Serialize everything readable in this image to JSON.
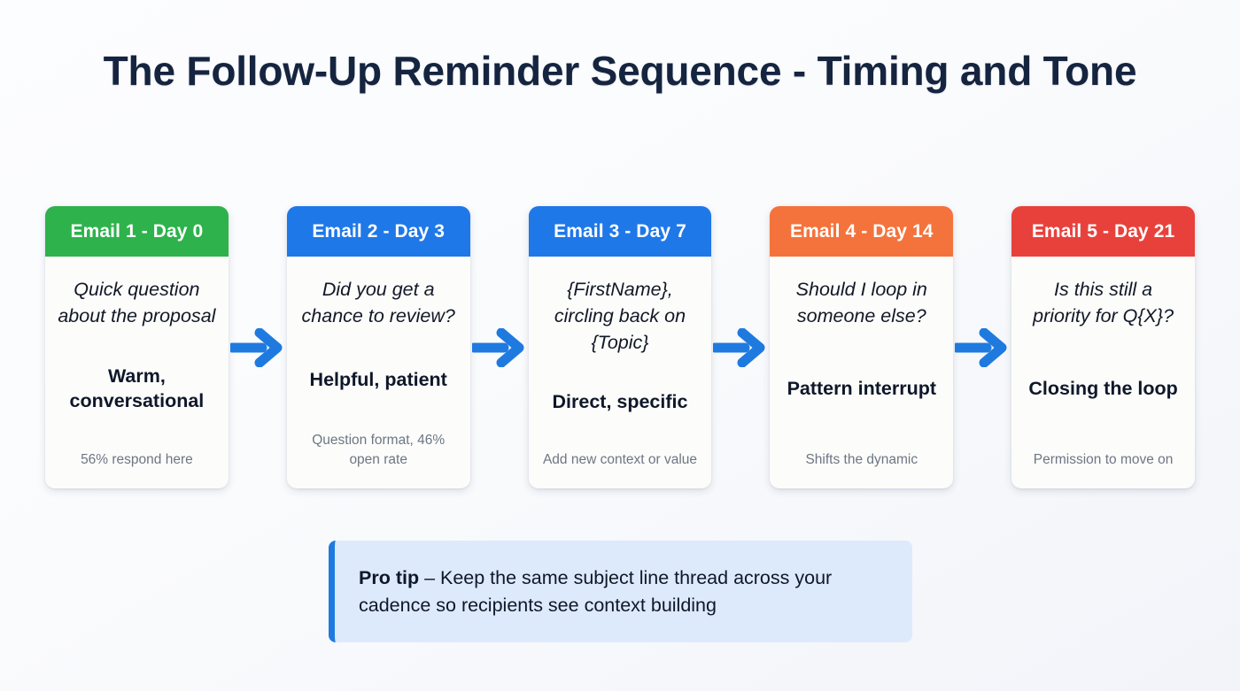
{
  "page": {
    "title": "The Follow-Up Reminder Sequence - Timing and Tone",
    "background_start": "#fcfdff",
    "background_end": "#f2f4f9",
    "title_color": "#15243f"
  },
  "arrow": {
    "icon": "arrow-right-icon",
    "color": "#1f7ae0"
  },
  "cards": [
    {
      "header": "Email 1 - Day 0",
      "header_color": "#2eb24c",
      "quote": "Quick question about the proposal",
      "tone": "Warm, conversational",
      "note": "56% respond here"
    },
    {
      "header": "Email 2 - Day 3",
      "header_color": "#1f78e8",
      "quote": "Did you get a chance to review?",
      "tone": "Helpful, patient",
      "note": "Question format, 46% open rate"
    },
    {
      "header": "Email 3 - Day 7",
      "header_color": "#1f78e8",
      "quote": "{FirstName}, circling back on {Topic}",
      "tone": "Direct, specific",
      "note": "Add new context or value"
    },
    {
      "header": "Email 4 - Day 14",
      "header_color": "#f4733c",
      "quote": "Should I loop in someone else?",
      "tone": "Pattern interrupt",
      "note": "Shifts the dynamic"
    },
    {
      "header": "Email 5 - Day 21",
      "header_color": "#e8413c",
      "quote": "Is this still a priority for Q{X}?",
      "tone": "Closing the loop",
      "note": "Permission to move on"
    }
  ],
  "protip": {
    "label": "Pro tip",
    "body": " – Keep the same subject line thread across your cadence so recipients see context building",
    "accent_color": "#1f7ae0",
    "background_color": "#ddeafc"
  }
}
